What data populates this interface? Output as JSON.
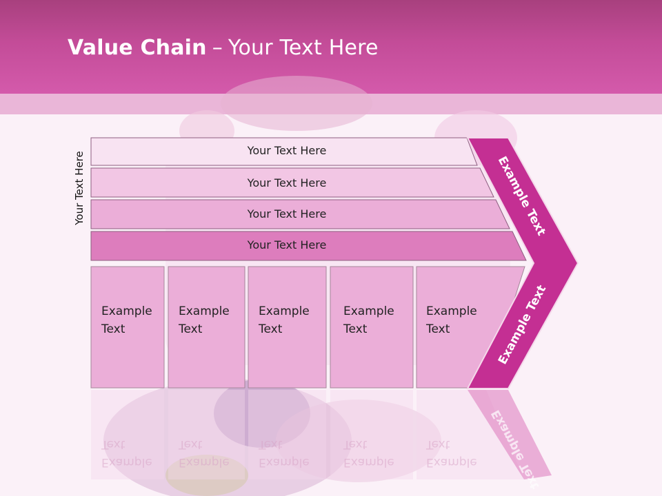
{
  "header": {
    "title_bold": "Value Chain",
    "title_separator": "–",
    "title_rest": "Your Text Here"
  },
  "side_label": "Your Text Here",
  "layers": [
    {
      "label": "Your Text Here",
      "color": "#f8e3f2"
    },
    {
      "label": "Your Text Here",
      "color": "#f2c6e4"
    },
    {
      "label": "Your Text Here",
      "color": "#ebaed8"
    },
    {
      "label": "Your Text Here",
      "color": "#dd7dbd"
    }
  ],
  "boxes": [
    {
      "line1": "Example",
      "line2": "Text"
    },
    {
      "line1": "Example",
      "line2": "Text"
    },
    {
      "line1": "Example",
      "line2": "Text"
    },
    {
      "line1": "Example",
      "line2": "Text"
    },
    {
      "line1": "Example",
      "line2": "Text"
    }
  ],
  "chevron": {
    "upper_label": "Example Text",
    "lower_label": "Example Text",
    "color": "#c42f93"
  },
  "colors": {
    "header": "#c34c98",
    "box_fill": "#ebaed8",
    "box_border": "#a4869a"
  }
}
